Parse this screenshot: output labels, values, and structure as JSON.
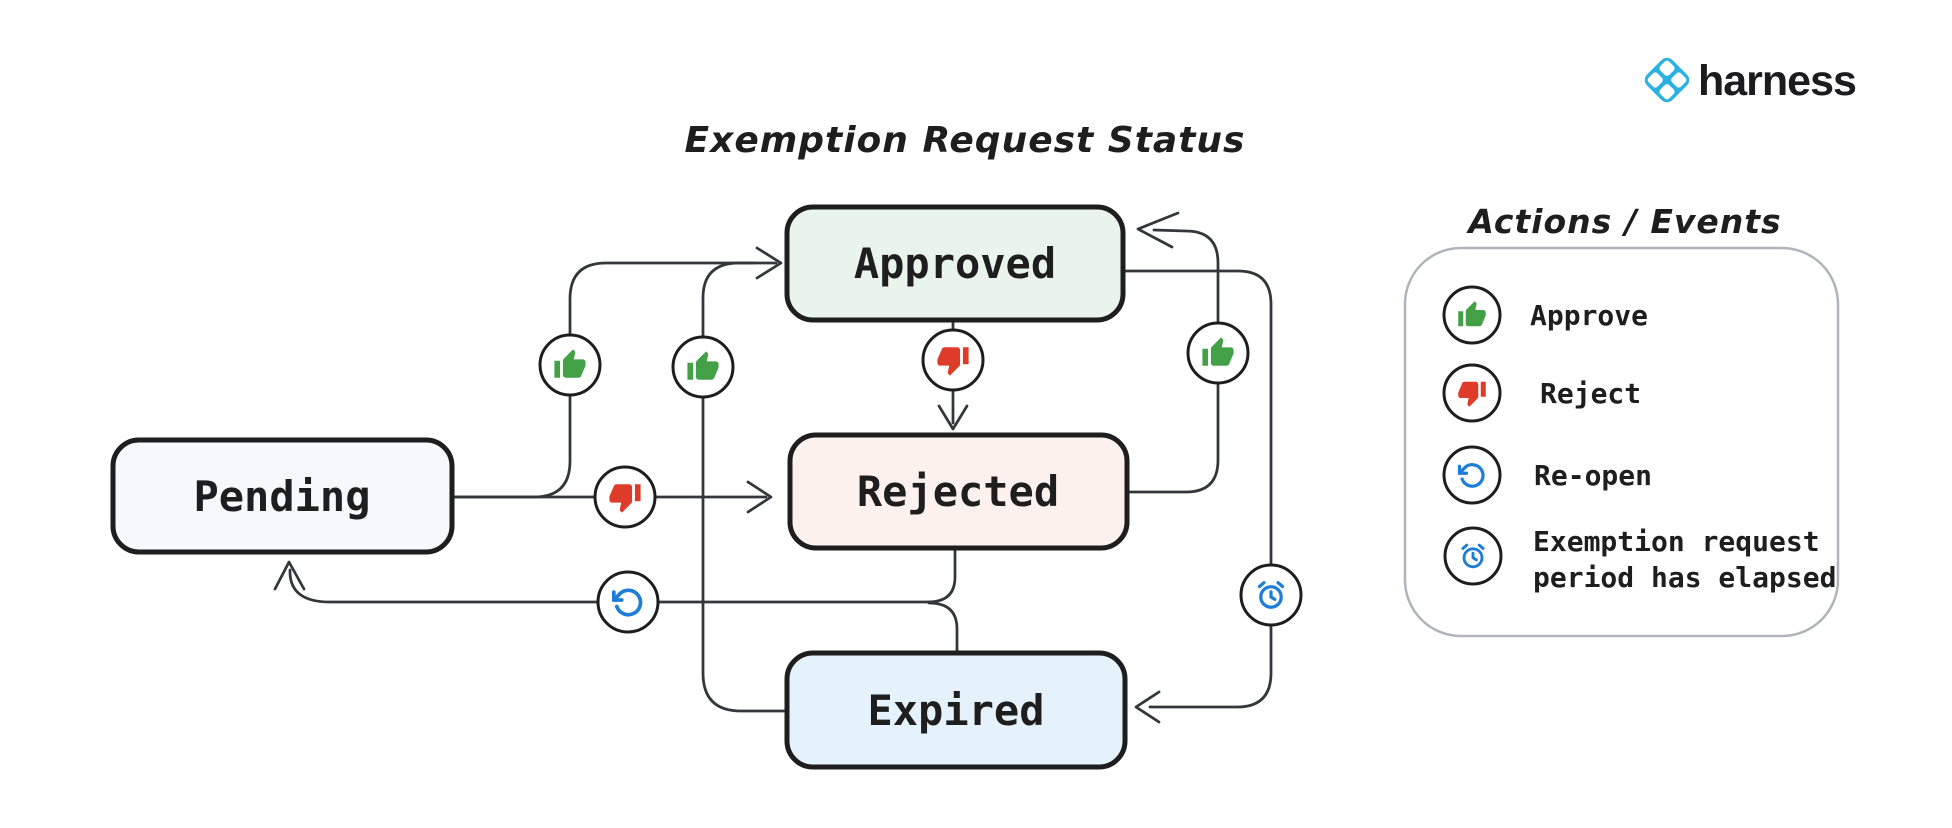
{
  "header": {
    "brand": "harness",
    "brand_color": "#29b1e4"
  },
  "diagram": {
    "title": "Exemption Request Status",
    "states": [
      {
        "id": "pending",
        "label": "Pending",
        "fill": "#f7f8fa"
      },
      {
        "id": "approved",
        "label": "Approved",
        "fill": "#e8f4ec"
      },
      {
        "id": "rejected",
        "label": "Rejected",
        "fill": "#fdf1ee"
      },
      {
        "id": "expired",
        "label": "Expired",
        "fill": "#e5f2fc"
      }
    ],
    "transitions": [
      {
        "from": "Pending",
        "to": "Approved",
        "action": "Approve"
      },
      {
        "from": "Pending",
        "to": "Rejected",
        "action": "Reject"
      },
      {
        "from": "Approved",
        "to": "Rejected",
        "action": "Reject"
      },
      {
        "from": "Rejected",
        "to": "Approved",
        "action": "Approve"
      },
      {
        "from": "Expired",
        "to": "Approved",
        "action": "Approve"
      },
      {
        "from": "Approved",
        "to": "Expired",
        "action": "Exemption request period has elapsed"
      },
      {
        "from": "Rejected",
        "to": "Pending",
        "action": "Re-open"
      },
      {
        "from": "Expired",
        "to": "Pending",
        "action": "Re-open"
      }
    ]
  },
  "legend": {
    "title": "Actions / Events",
    "items": [
      {
        "icon": "thumbs-up-icon",
        "label": "Approve",
        "color": "#43a047"
      },
      {
        "icon": "thumbs-down-icon",
        "label": "Reject",
        "color": "#dd3c2a"
      },
      {
        "icon": "reopen-icon",
        "label": "Re-open",
        "color": "#1c7ed6"
      },
      {
        "icon": "alarm-clock-icon",
        "label": "Exemption request period has elapsed",
        "lines": [
          "Exemption request",
          "period has elapsed"
        ],
        "color": "#1c7ed6"
      }
    ]
  },
  "colors": {
    "box_stroke": "#1e1e1e",
    "arrow_stroke": "#33373b",
    "legend_box_stroke": "#b1b5bb",
    "approve_green": "#43a047",
    "reject_red": "#dd3c2a",
    "event_blue": "#1c7ed6",
    "brand_blue": "#29b1e4"
  }
}
